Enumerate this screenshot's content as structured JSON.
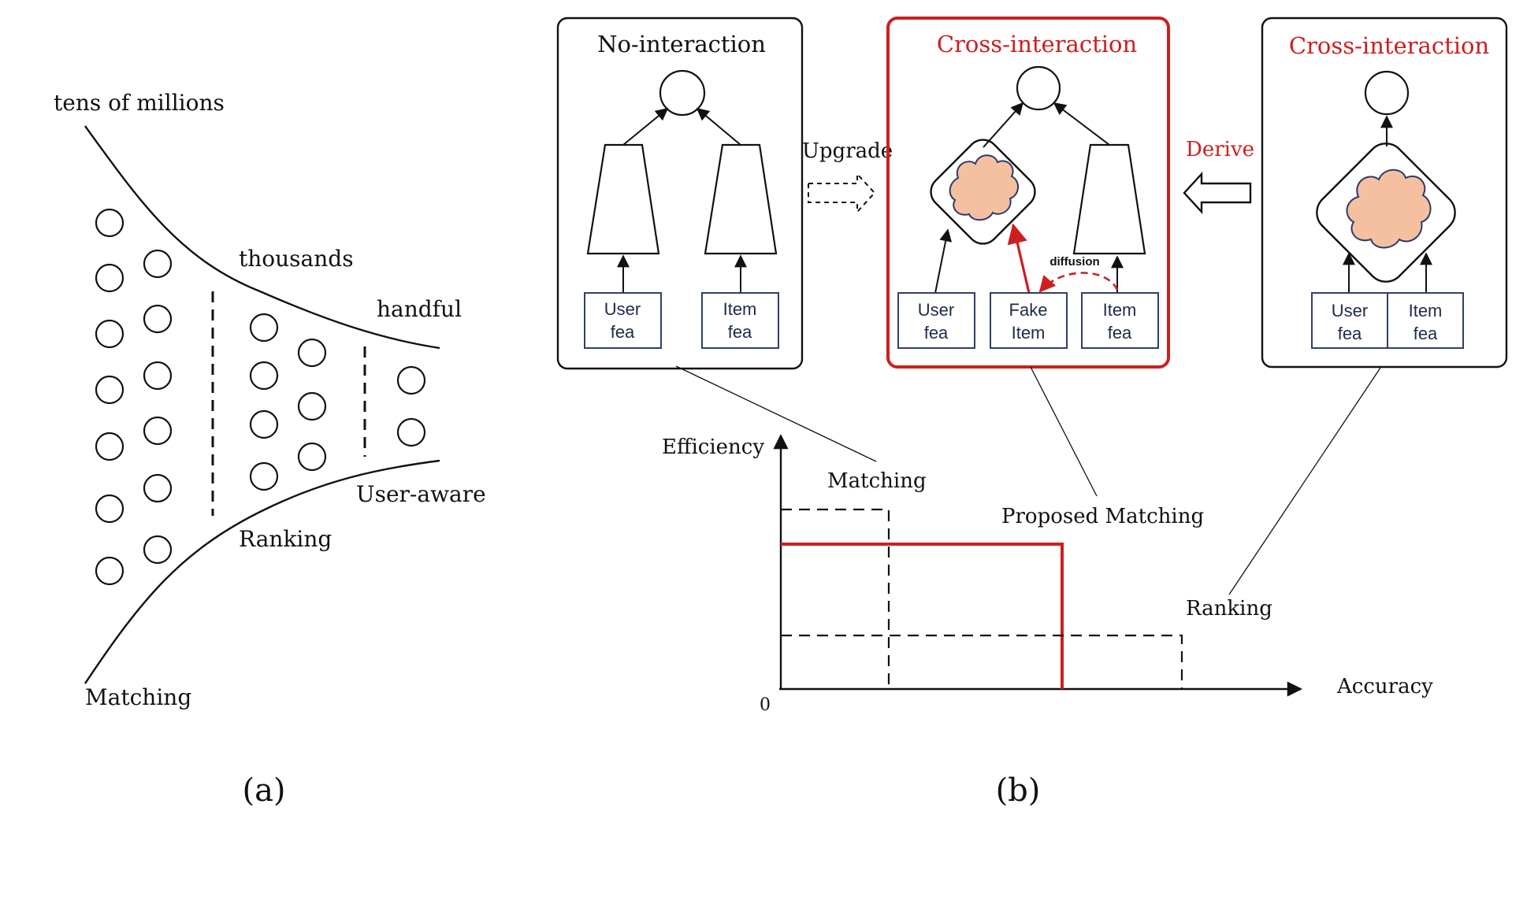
{
  "colors": {
    "accent_red": "#cc1f1f",
    "box_blue": "#2f3f6a",
    "blob_fill": "#f4c0a0",
    "blob_stroke": "#2d3a6b",
    "ink": "#111111"
  },
  "panel_a": {
    "top_label": "tens of millions",
    "bottom_label": "Matching",
    "middle_top_label": "thousands",
    "middle_bottom_label": "Ranking",
    "right_top_label": "handful",
    "right_bottom_label": "User-aware",
    "caption": "(a)"
  },
  "panel_b": {
    "box1": {
      "title": "No-interaction",
      "left_feature": [
        "User",
        "fea"
      ],
      "right_feature": [
        "Item",
        "fea"
      ]
    },
    "upgrade_label": "Upgrade",
    "box2": {
      "title": "Cross-interaction",
      "feature1": [
        "User",
        "fea"
      ],
      "feature2": [
        "Fake",
        "Item"
      ],
      "feature3": [
        "Item",
        "fea"
      ],
      "diffusion_label": "diffusion"
    },
    "derive_label": "Derive",
    "box3": {
      "title": "Cross-interaction",
      "feature1": [
        "User",
        "fea"
      ],
      "feature2": [
        "Item",
        "fea"
      ]
    },
    "chart": {
      "y_axis_label": "Efficiency",
      "x_axis_label": "Accuracy",
      "origin_label": "0",
      "matching_label": "Matching",
      "proposed_label": "Proposed Matching",
      "ranking_label": "Ranking"
    },
    "caption": "(b)"
  }
}
